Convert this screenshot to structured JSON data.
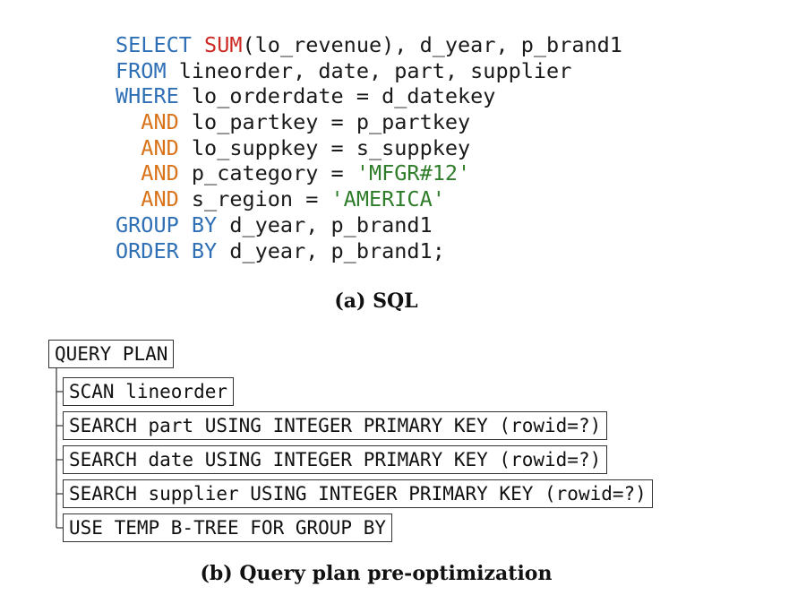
{
  "sql": {
    "lines": [
      [
        {
          "t": "SELECT ",
          "c": "kw-blue"
        },
        {
          "t": "SUM",
          "c": "fn-red"
        },
        {
          "t": "(lo_revenue), d_year, p_brand1",
          "c": "plain"
        }
      ],
      [
        {
          "t": "FROM",
          "c": "kw-blue"
        },
        {
          "t": " lineorder, date, part, supplier",
          "c": "plain"
        }
      ],
      [
        {
          "t": "WHERE",
          "c": "kw-blue"
        },
        {
          "t": " lo_orderdate = d_datekey",
          "c": "plain"
        }
      ],
      [
        {
          "t": "  ",
          "c": "plain"
        },
        {
          "t": "AND",
          "c": "kw-orange"
        },
        {
          "t": " lo_partkey = p_partkey",
          "c": "plain"
        }
      ],
      [
        {
          "t": "  ",
          "c": "plain"
        },
        {
          "t": "AND",
          "c": "kw-orange"
        },
        {
          "t": " lo_suppkey = s_suppkey",
          "c": "plain"
        }
      ],
      [
        {
          "t": "  ",
          "c": "plain"
        },
        {
          "t": "AND",
          "c": "kw-orange"
        },
        {
          "t": " p_category = ",
          "c": "plain"
        },
        {
          "t": "'MFGR#12'",
          "c": "str-green"
        }
      ],
      [
        {
          "t": "  ",
          "c": "plain"
        },
        {
          "t": "AND",
          "c": "kw-orange"
        },
        {
          "t": " s_region = ",
          "c": "plain"
        },
        {
          "t": "'AMERICA'",
          "c": "str-green"
        }
      ],
      [
        {
          "t": "GROUP BY",
          "c": "kw-blue"
        },
        {
          "t": " d_year, p_brand1",
          "c": "plain"
        }
      ],
      [
        {
          "t": "ORDER BY",
          "c": "kw-blue"
        },
        {
          "t": " d_year, p_brand1;",
          "c": "plain"
        }
      ]
    ]
  },
  "captions": {
    "sql": "(a) SQL",
    "plan": "(b) Query plan pre-optimization"
  },
  "plan": {
    "root": "QUERY PLAN",
    "children": [
      "SCAN lineorder",
      "SEARCH part USING INTEGER PRIMARY KEY (rowid=?)",
      "SEARCH date USING INTEGER PRIMARY KEY (rowid=?)",
      "SEARCH supplier USING INTEGER PRIMARY KEY (rowid=?)",
      "USE TEMP B-TREE FOR GROUP BY"
    ]
  }
}
